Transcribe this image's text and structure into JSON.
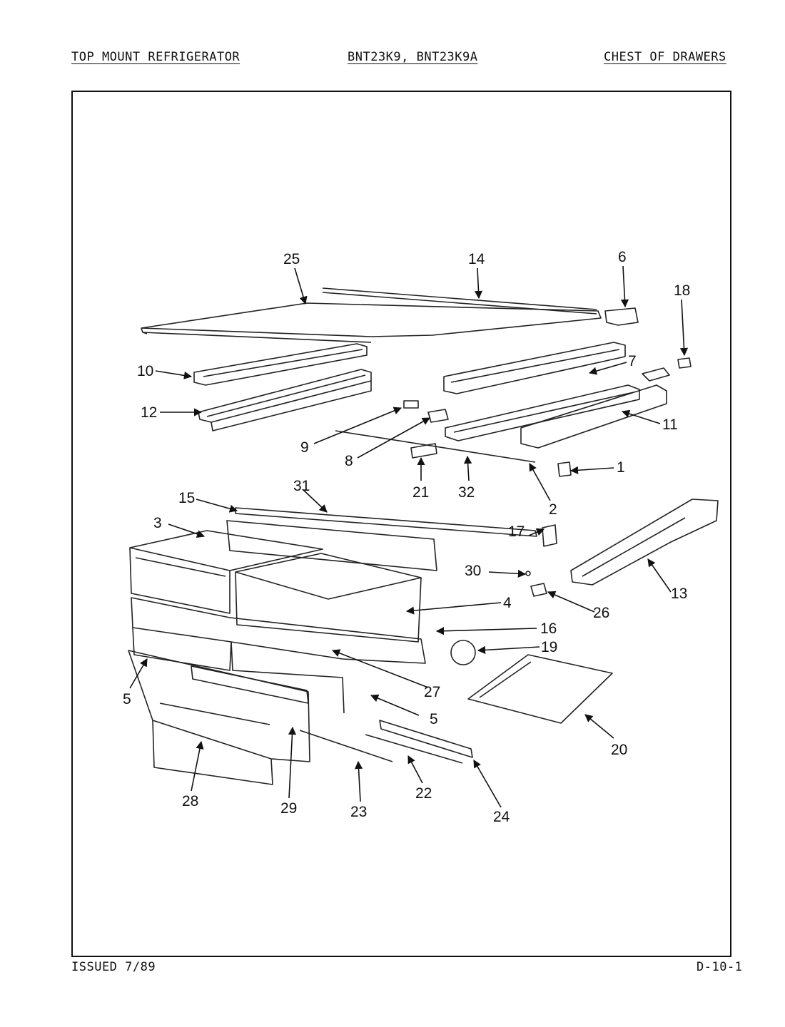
{
  "header": {
    "left": "TOP MOUNT REFRIGERATOR",
    "center": "BNT23K9, BNT23K9A",
    "right": "CHEST OF DRAWERS"
  },
  "footer": {
    "left": "ISSUED 7/89",
    "right": "D-10-1"
  },
  "callouts": [
    {
      "id": "c25",
      "text": "25"
    },
    {
      "id": "c14",
      "text": "14"
    },
    {
      "id": "c6",
      "text": "6"
    },
    {
      "id": "c18",
      "text": "18"
    },
    {
      "id": "c10",
      "text": "10"
    },
    {
      "id": "c7",
      "text": "7"
    },
    {
      "id": "c12",
      "text": "12"
    },
    {
      "id": "c11",
      "text": "11"
    },
    {
      "id": "c9",
      "text": "9"
    },
    {
      "id": "c8",
      "text": "8"
    },
    {
      "id": "c1",
      "text": "1"
    },
    {
      "id": "c21",
      "text": "21"
    },
    {
      "id": "c32",
      "text": "32"
    },
    {
      "id": "c2",
      "text": "2"
    },
    {
      "id": "c15",
      "text": "15"
    },
    {
      "id": "c31",
      "text": "31"
    },
    {
      "id": "c3",
      "text": "3"
    },
    {
      "id": "c17",
      "text": "17"
    },
    {
      "id": "c30",
      "text": "30"
    },
    {
      "id": "c4",
      "text": "4"
    },
    {
      "id": "c26",
      "text": "26"
    },
    {
      "id": "c13",
      "text": "13"
    },
    {
      "id": "c16",
      "text": "16"
    },
    {
      "id": "c19",
      "text": "19"
    },
    {
      "id": "c27",
      "text": "27"
    },
    {
      "id": "c5a",
      "text": "5"
    },
    {
      "id": "c5b",
      "text": "5"
    },
    {
      "id": "c20",
      "text": "20"
    },
    {
      "id": "c28",
      "text": "28"
    },
    {
      "id": "c29",
      "text": "29"
    },
    {
      "id": "c23",
      "text": "23"
    },
    {
      "id": "c22",
      "text": "22"
    },
    {
      "id": "c24",
      "text": "24"
    }
  ]
}
